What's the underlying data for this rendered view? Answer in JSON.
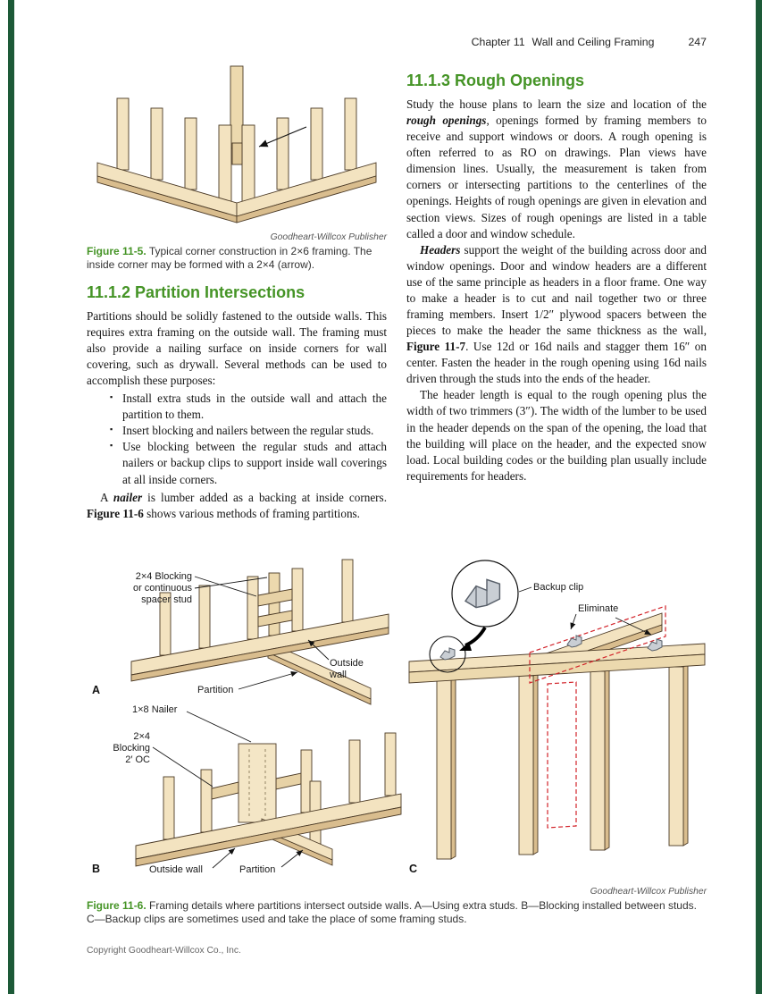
{
  "colors": {
    "heading_green": "#459426",
    "edge_bar_green": "#1d5a38",
    "wood_fill": "#f3e3c0",
    "wood_shade": "#d9bd8e",
    "eliminate_red": "#d2232a"
  },
  "header": {
    "chapter": "Chapter 11",
    "title": "Wall and Ceiling Framing",
    "page_number": "247"
  },
  "figure5": {
    "credit": "Goodheart-Willcox Publisher",
    "caption_label": "Figure 11-5.",
    "caption_text": " Typical corner construction in 2×6 framing. The inside corner may be formed with a 2×4 (arrow)."
  },
  "section2": {
    "heading": "11.1.2 Partition Intersections",
    "para1": "Partitions should be solidly fastened to the outside walls. This requires extra framing on the outside wall. The framing must also provide a nailing surface on inside corners for wall covering, such as drywall. Several methods can be used to accomplish these purposes:",
    "bullets": [
      "Install extra studs in the outside wall and attach the partition to them.",
      "Insert blocking and nailers between the regular studs.",
      "Use blocking between the regular studs and attach nailers or backup clips to support inside wall coverings at all inside corners."
    ],
    "para2": {
      "t1": "A ",
      "t2": "nailer",
      "t3": " is lumber added as a backing at inside corners. ",
      "t4": "Figure 11-6",
      "t5": " shows various methods of framing partitions."
    }
  },
  "section3": {
    "heading": "11.1.3 Rough Openings",
    "para1": {
      "t1": "Study the house plans to learn the size and location of the ",
      "t2": "rough openings",
      "t3": ", openings formed by framing members to receive and support windows or doors. A rough opening is often referred to as RO on drawings. Plan views have dimension lines. Usually, the measurement is taken from corners or intersecting partitions to the centerlines of the openings. Heights of rough openings are given in elevation and section views. Sizes of rough openings are listed in a table called a door and window schedule."
    },
    "para2": {
      "t1": "Headers",
      "t2": " support the weight of the building across door and window openings. Door and window headers are a different use of the same principle as headers in a floor frame. One way to make a header is to cut and nail together two or three framing members. Insert 1/2″ plywood spacers between the pieces to make the header the same thickness as the wall, ",
      "t3": "Figure 11-7",
      "t4": ". Use 12d or 16d nails and stagger them 16″ on center. Fasten the header in the rough opening using 16d nails driven through the studs into the ends of the header."
    },
    "para3": "The header length is equal to the rough opening plus the width of two trimmers (3″). The width of the lumber to be used in the header depends on the span of the opening, the load that the building will place on the header, and the expected snow load. Local building codes or the building plan usually include requirements for headers."
  },
  "figure6": {
    "labels": {
      "a_blocking1": "2×4 Blocking",
      "a_blocking2": "or continuous",
      "a_blocking3": "spacer stud",
      "a_letter": "A",
      "a_partition": "Partition",
      "a_outside1": "Outside",
      "a_outside2": "wall",
      "b_nailer": "1×8 Nailer",
      "b_blocking1": "2×4",
      "b_blocking2": "Blocking",
      "b_blocking3": "2′ OC",
      "b_letter": "B",
      "b_outside": "Outside wall",
      "b_partition": "Partition",
      "c_backup": "Backup clip",
      "c_eliminate": "Eliminate",
      "c_letter": "C"
    },
    "credit": "Goodheart-Willcox Publisher",
    "caption_label": "Figure 11-6.",
    "caption_text": " Framing details where partitions intersect outside walls. A—Using extra studs. B—Blocking installed between studs. C—Backup clips are sometimes used and take the place of some framing studs."
  },
  "footer": "Copyright Goodheart-Willcox Co., Inc."
}
